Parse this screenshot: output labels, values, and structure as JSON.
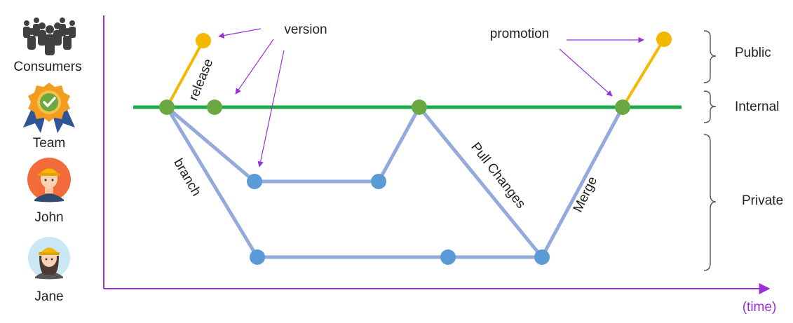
{
  "roles": {
    "consumers": "Consumers",
    "team": "Team",
    "john": "John",
    "jane": "Jane"
  },
  "annotations": {
    "version": "version",
    "promotion": "promotion",
    "release": "release",
    "branch": "branch",
    "pull_changes": "Pull Changes",
    "merge": "Merge"
  },
  "tiers": {
    "public": "Public",
    "internal": "Internal",
    "private": "Private"
  },
  "axis": {
    "x_label": "(time)"
  },
  "colors": {
    "axis": "#9b30d9",
    "internal_line": "#1aaa4a",
    "private_line": "#94aadd",
    "release_line": "#f5b800",
    "green_node": "#6aa842",
    "blue_node": "#5b9bd5",
    "yellow_node": "#f5b800",
    "arrow": "#9b30d9",
    "brace": "#555555",
    "icon_dark": "#404040"
  },
  "icons": {
    "consumers": "people-group-icon",
    "team": "award-badge-icon",
    "john": "male-worker-avatar-icon",
    "jane": "female-worker-avatar-icon"
  }
}
